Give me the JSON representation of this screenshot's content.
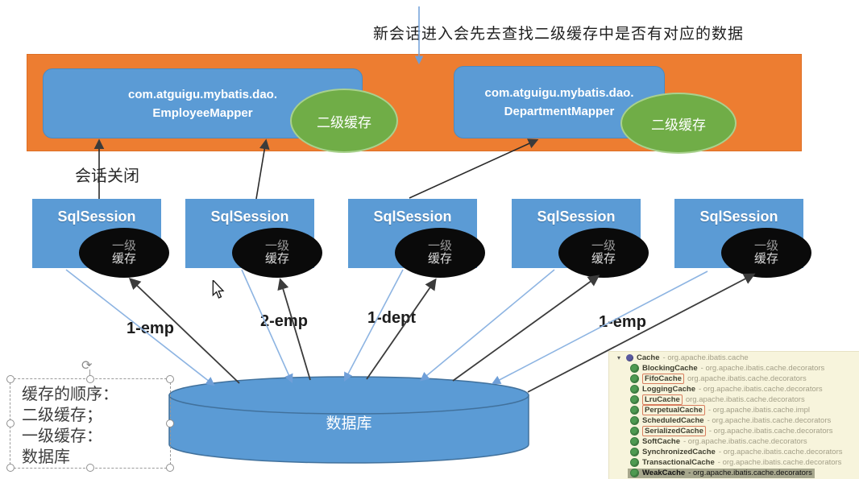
{
  "title": "新会话进入会先去查找二级缓存中是否有对应的数据",
  "session_closed_label": "会话关闭",
  "mappers": [
    {
      "line1": "com.atguigu.mybatis.dao.",
      "line2": "EmployeeMapper",
      "cache_label": "二级缓存"
    },
    {
      "line1": "com.atguigu.mybatis.dao.",
      "line2": "DepartmentMapper",
      "cache_label": "二级缓存"
    }
  ],
  "session_label": "SqlSession",
  "first_level_cache": {
    "line1": "一级",
    "line2": "缓存"
  },
  "flow_labels": [
    "1-emp",
    "2-emp",
    "1-dept",
    "1-emp"
  ],
  "database_label": "数据库",
  "note_box": {
    "lines": [
      "缓存的顺序：",
      "二级缓存；",
      "一级缓存：",
      "数据库"
    ]
  },
  "ide_panel": {
    "rows": [
      {
        "name": "Cache",
        "pkg": "- org.apache.ibatis.cache",
        "kind": "interface",
        "expanded": true
      },
      {
        "name": "BlockingCache",
        "pkg": "- org.apache.ibatis.cache.decorators",
        "kind": "class"
      },
      {
        "name": "FifoCache",
        "pkg": "org.apache.ibatis.cache.decorators",
        "kind": "class",
        "boxed": true
      },
      {
        "name": "LoggingCache",
        "pkg": "- org.apache.ibatis.cache.decorators",
        "kind": "class"
      },
      {
        "name": "LruCache",
        "pkg": "org.apache.ibatis.cache.decorators",
        "kind": "class",
        "boxed": true
      },
      {
        "name": "PerpetualCache",
        "pkg": "- org.apache.ibatis.cache.impl",
        "kind": "class",
        "boxed": true
      },
      {
        "name": "ScheduledCache",
        "pkg": "- org.apache.ibatis.cache.decorators",
        "kind": "class"
      },
      {
        "name": "SerializedCache",
        "pkg": "- org.apache.ibatis.cache.decorators",
        "kind": "class",
        "boxed": true
      },
      {
        "name": "SoftCache",
        "pkg": "- org.apache.ibatis.cache.decorators",
        "kind": "class"
      },
      {
        "name": "SynchronizedCache",
        "pkg": "- org.apache.ibatis.cache.decorators",
        "kind": "class"
      },
      {
        "name": "TransactionalCache",
        "pkg": "- org.apache.ibatis.cache.decorators",
        "kind": "class"
      },
      {
        "name": "WeakCache",
        "pkg": "- org.apache.ibatis.cache.decorators",
        "kind": "class",
        "selected": true
      }
    ]
  },
  "colors": {
    "container_orange": "#ED7D31",
    "box_blue": "#5B9BD5",
    "second_cache_green": "#70AD47",
    "first_cache_black": "#0A0A0A",
    "arrow_blue": "#8DB4E2",
    "arrow_black": "#3B3B3B",
    "panel_bg": "#F7F4DC",
    "panel_highlight": "#A7A78D",
    "red_box": "#D87D5E"
  }
}
